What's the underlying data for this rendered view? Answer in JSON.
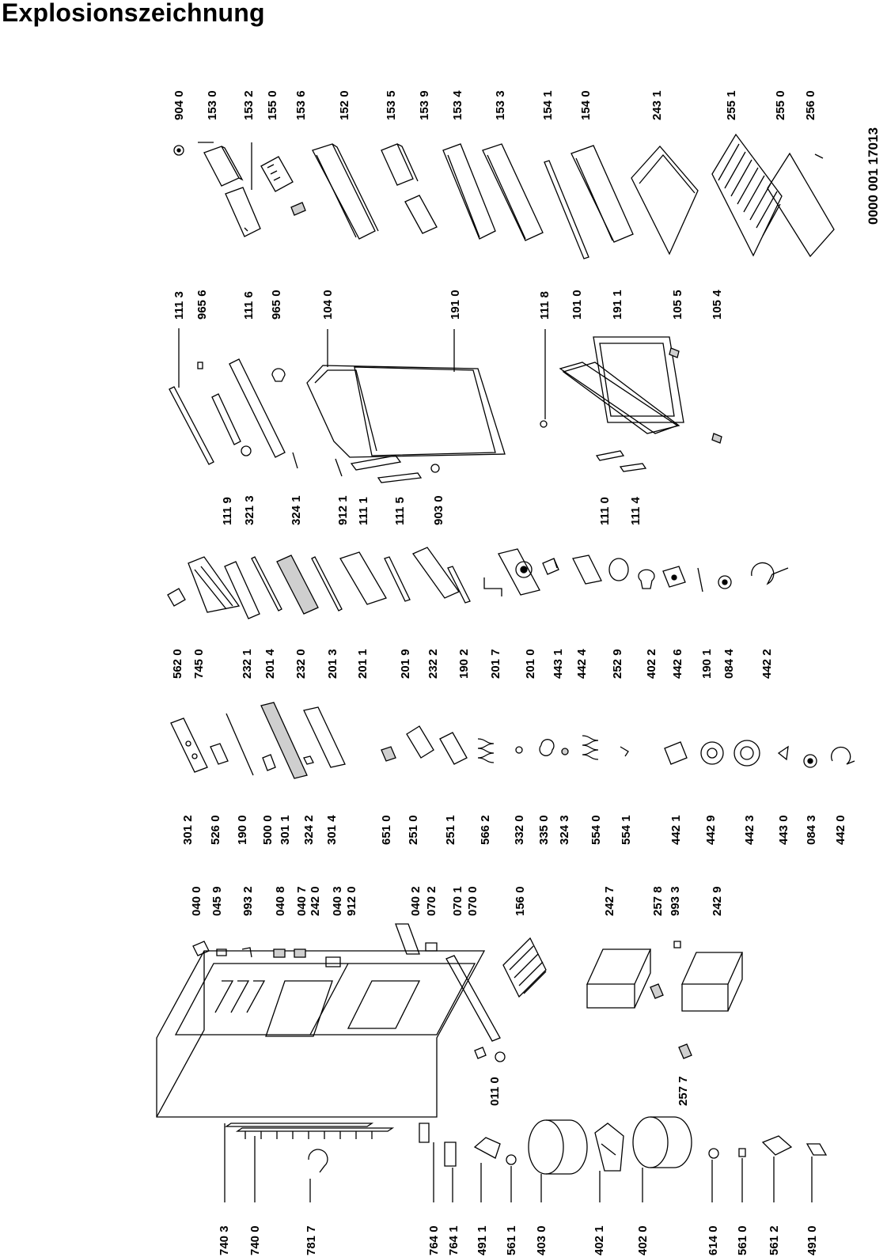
{
  "title": "Explosionszeichnung",
  "doc_number": "0000 001 17013",
  "labels": {
    "c1": [
      "904 0",
      "153 0",
      "153 2",
      "155 0",
      "153 6",
      "152 0",
      "153 5",
      "153 9",
      "153 4",
      "153 3",
      "154 1",
      "154 0",
      "243 1",
      "255 1",
      "255 0",
      "256 0"
    ],
    "c2top": [
      "111 3",
      "965 6",
      "111 6",
      "965 0",
      "104 0",
      "191 0",
      "111 8",
      "101 0",
      "191 1",
      "105 5",
      "105 4"
    ],
    "c2bot": [
      "111 9",
      "321 3",
      "324 1",
      "912 1",
      "111 1",
      "111 5",
      "903 0",
      "111 0",
      "111 4"
    ],
    "c3": [
      "562 0",
      "745 0",
      "232 1",
      "201 4",
      "232 0",
      "201 3",
      "201 1",
      "201 9",
      "232 2",
      "190 2",
      "201 7",
      "201 0",
      "443 1",
      "442 4",
      "252 9",
      "402 2",
      "442 6",
      "190 1",
      "084 4",
      "442 2"
    ],
    "c4": [
      "301 2",
      "526 0",
      "190 0",
      "500 0",
      "301 1",
      "324 2",
      "301 4",
      "651 0",
      "251 0",
      "251 1",
      "566 2",
      "332 0",
      "335 0",
      "324 3",
      "554 0",
      "554 1",
      "442 1",
      "442 9",
      "442 3",
      "443 0",
      "084 3",
      "442 0"
    ],
    "c5": [
      "040 0",
      "045 9",
      "993 2",
      "040 8",
      "040 7",
      "242 0",
      "040 3",
      "912 0",
      "040 2",
      "070 2",
      "070 1",
      "070 0",
      "156 0",
      "242 7",
      "257 8",
      "993 3",
      "242 9"
    ],
    "c5mid": [
      "011 0",
      "257 7"
    ],
    "c6": [
      "740 3",
      "740 0",
      "781 7",
      "764 0",
      "764 1",
      "491 1",
      "561 1",
      "403 0",
      "402 1",
      "402 0",
      "614 0",
      "561 0",
      "561 2",
      "491 0"
    ]
  }
}
